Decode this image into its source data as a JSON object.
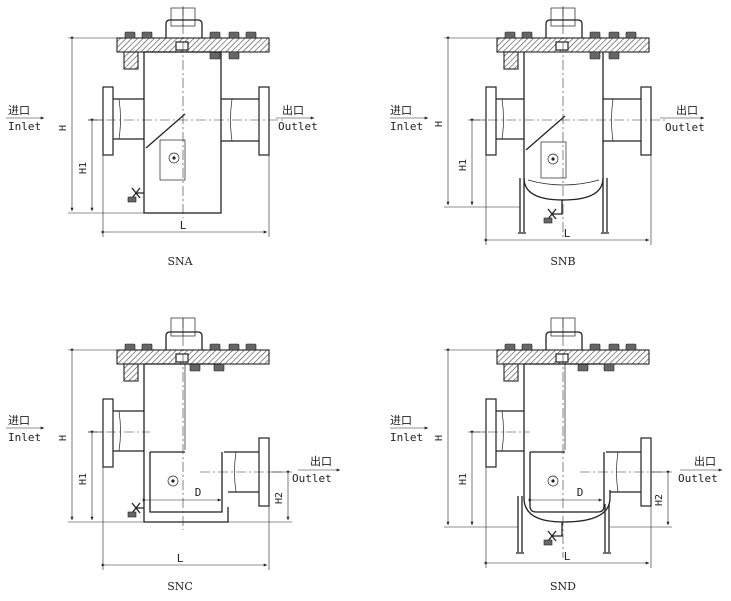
{
  "labels": {
    "inlet_cn": "进口",
    "inlet_en": "Inlet",
    "outlet_cn": "出口",
    "outlet_en": "Outlet",
    "dim_h": "H",
    "dim_h1": "H1",
    "dim_h2": "H2",
    "dim_l": "L",
    "dim_d": "D"
  },
  "captions": [
    "SNA",
    "SNB",
    "SNC",
    "SND"
  ],
  "colors": {
    "line": "#222222",
    "background": "#ffffff"
  }
}
